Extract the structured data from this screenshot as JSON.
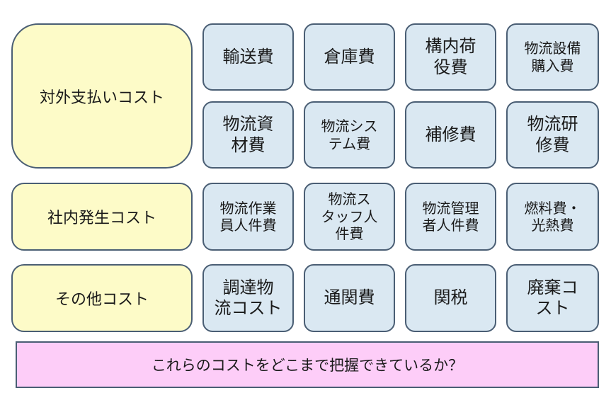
{
  "categories": {
    "external": "対外支払いコスト",
    "internal": "社内発生コスト",
    "other": "その他コスト"
  },
  "external_items": {
    "transport": "輸送費",
    "warehouse": "倉庫費",
    "onsite_handling": "構内荷\n役費",
    "equipment_purchase": "物流設備\n購入費",
    "materials": "物流資\n材費",
    "system": "物流シス\nテム費",
    "repair": "補修費",
    "training": "物流研\n修費"
  },
  "internal_items": {
    "worker_labor": "物流作業\n員人件費",
    "staff_labor": "物流ス\nタッフ人\n件費",
    "manager_labor": "物流管理\n者人件費",
    "fuel_utilities": "燃料費・\n光熱費"
  },
  "other_items": {
    "procurement_logistics": "調達物\n流コスト",
    "customs": "通関費",
    "tariff": "関税",
    "disposal": "廃棄コ\nスト"
  },
  "question": "これらのコストをどこまで把握できているか？",
  "colors": {
    "category_fill": "#fdfbc8",
    "item_fill": "#dae8f2",
    "question_fill": "#fdcdf8",
    "border": "#4a5e74"
  }
}
